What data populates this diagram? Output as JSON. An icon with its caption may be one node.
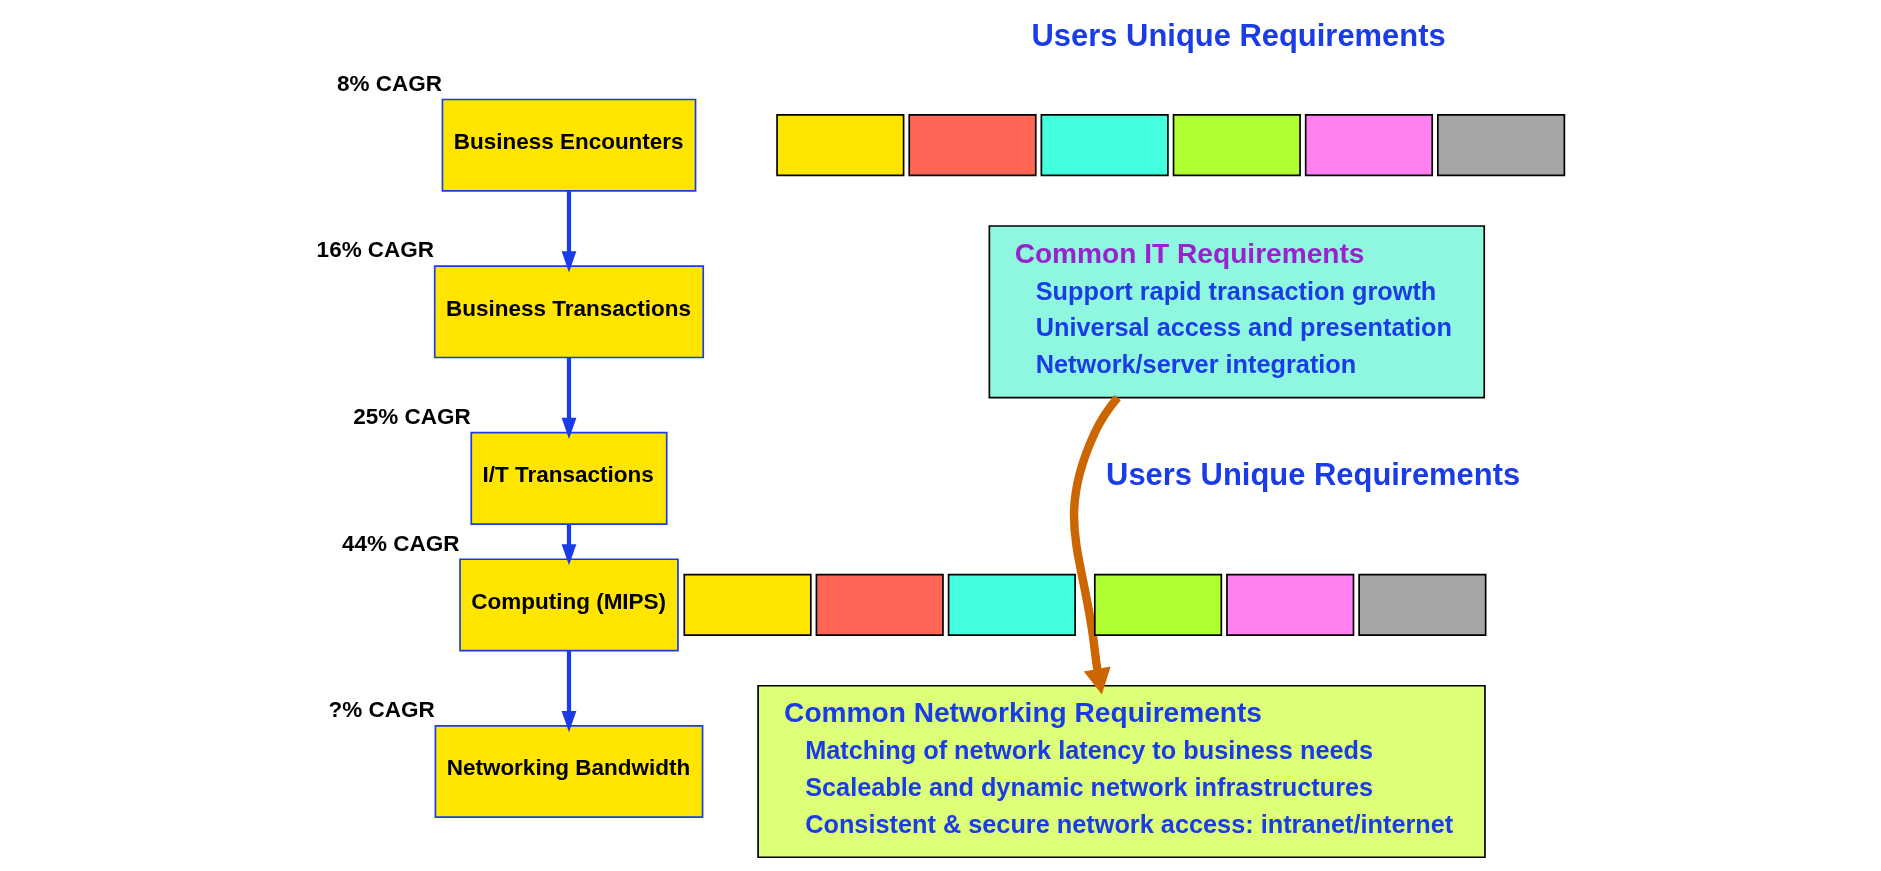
{
  "diagram": {
    "nodes": [
      {
        "text": [
          "Business Encounters"
        ],
        "beside": [
          "8% CAGR"
        ]
      },
      {
        "text": [
          "Business Transactions"
        ],
        "beside": [
          "16% CAGR"
        ]
      },
      {
        "text": [
          "I/T Transactions"
        ],
        "beside": [
          "25% CAGR"
        ]
      },
      {
        "text": [
          "Computing (MIPS)"
        ],
        "beside": [
          "44% CAGR"
        ]
      },
      {
        "text": [
          "Networking Bandwidth"
        ],
        "beside": [
          "?% CAGR"
        ]
      },
      {
        "text": [],
        "shape": "box"
      },
      {
        "text": [],
        "shape": "box"
      },
      {
        "text": [],
        "shape": "box"
      },
      {
        "text": [],
        "shape": "box"
      },
      {
        "text": [],
        "shape": "box"
      },
      {
        "text": [],
        "shape": "box"
      },
      {
        "text": [
          "Common IT Requirements",
          "Support rapid transaction growth",
          "Universal access and presentation",
          "Network/server integration"
        ]
      },
      {
        "text": [],
        "shape": "box"
      },
      {
        "text": [],
        "shape": "box"
      },
      {
        "text": [],
        "shape": "box"
      },
      {
        "text": [],
        "shape": "box"
      },
      {
        "text": [],
        "shape": "box"
      },
      {
        "text": [],
        "shape": "box"
      },
      {
        "text": [
          "Common Networking Requirements",
          "Matching of network latency to business needs",
          "Scaleable and dynamic network infrastructures",
          "Consistent & secure network access: intranet/internet"
        ]
      }
    ],
    "edges": [
      {
        "from": 0,
        "to": 1,
        "arrow": "to"
      },
      {
        "from": 1,
        "to": 2,
        "arrow": "to"
      },
      {
        "from": 2,
        "to": 3,
        "arrow": "to"
      },
      {
        "from": 3,
        "to": 4,
        "arrow": "to"
      },
      {
        "from": 11,
        "to": 18,
        "arrow": "to",
        "style": "thick",
        "color": "#cc6600"
      }
    ],
    "labels": [
      "Users Unique Requirements",
      "Users Unique Requirements"
    ]
  }
}
